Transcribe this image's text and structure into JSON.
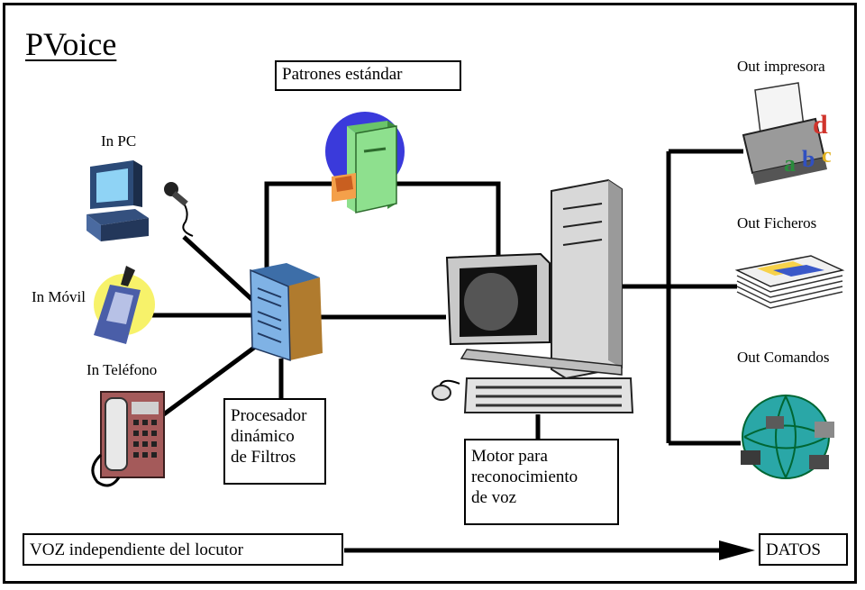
{
  "title": "PVoice",
  "labels": {
    "in_pc": "In PC",
    "in_movil": "In Móvil",
    "in_telefono": "In Teléfono",
    "out_impresora": "Out impresora",
    "out_ficheros": "Out  Ficheros",
    "out_comandos": "Out  Comandos"
  },
  "boxes": {
    "patrones": "Patrones estándar",
    "procesador": "Procesador\ndinámico\nde Filtros",
    "motor": "Motor  para\nreconocimiento\nde voz",
    "voz": "VOZ  independiente del locutor",
    "datos": "DATOS"
  },
  "icons": [
    "pc-icon",
    "microphone-icon",
    "cellphone-icon",
    "telephone-icon",
    "server-icon",
    "file-cabinet-icon",
    "workstation-icon",
    "printer-icon",
    "documents-icon",
    "globe-network-icon"
  ],
  "colors": {
    "line": "#000000",
    "server_blue": "#7fb2e5",
    "cabinet_green": "#8ee08e",
    "globe_teal": "#2aa7a7",
    "accent_yellow": "#f7f26a",
    "cabinet_circle": "#3a3adb"
  }
}
